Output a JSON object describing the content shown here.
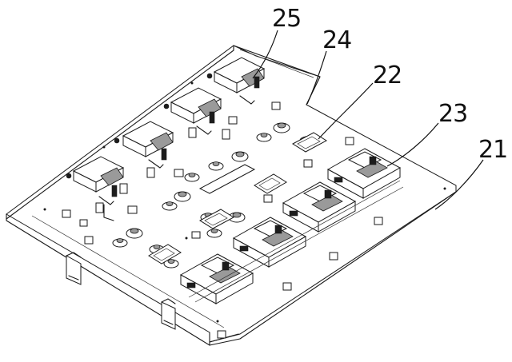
{
  "labels": {
    "part_25": "25",
    "part_24": "24",
    "part_22": "22",
    "part_23": "23",
    "part_21": "21"
  },
  "colors": {
    "ink": "#1a1a1a",
    "background": "#ffffff"
  }
}
